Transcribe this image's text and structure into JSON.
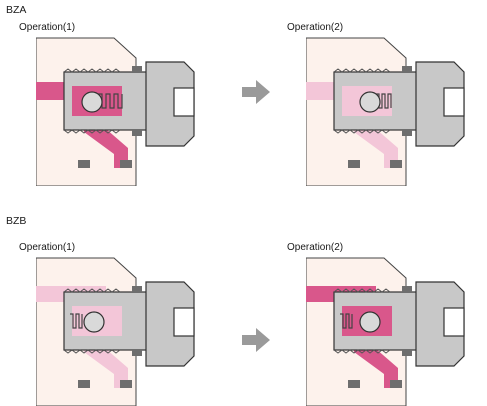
{
  "sections": [
    {
      "title": "BZA",
      "left_label": "Operation(1)",
      "right_label": "Operation(2)"
    },
    {
      "title": "BZB",
      "left_label": "Operation(1)",
      "right_label": "Operation(2)"
    }
  ],
  "colors": {
    "pressure_fluid": "#d9578b",
    "vented_fluid": "#f3c6d8",
    "body_fill": "#fdf2ec",
    "metal": "#c8c8c8",
    "metal_dark": "#8c8c8c",
    "ball": "#d9d9d9",
    "seal": "#6e6e6e",
    "arrow": "#9a9a9a"
  }
}
